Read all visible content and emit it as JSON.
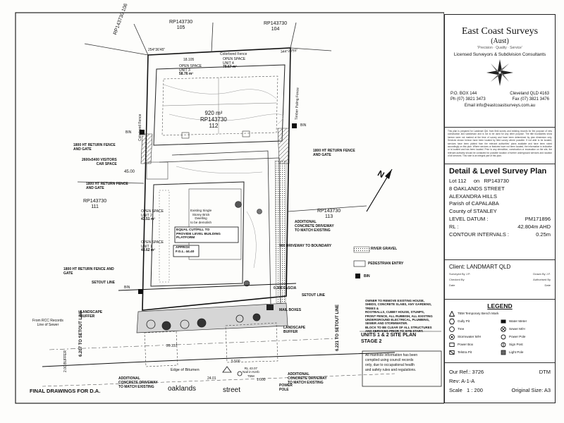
{
  "labels": {
    "rp_top_left": "RP143730",
    "lot_105": "105",
    "rp_top_right": "RP143730",
    "lot_104": "104",
    "rp_rot_left": "RP143730",
    "lot_106": "106",
    "bearing_top": "254°36'45\"",
    "bearing_top_right": "344°20'55\"",
    "colorbond_fence": "Colorbond Fence",
    "colorbond_fence_left": "Colorbond Fence",
    "timber_paling_fence": "Timber Paling Fence",
    "dim_top": "18.105",
    "open_space_3": "OPEN SPACE\nUNIT 3",
    "open_space_3_area": "58.76 m²",
    "open_space_4": "OPEN SPACE\nUNIT 4",
    "open_space_4_area": "79.67 m²",
    "lot_area": "920 m²",
    "lot_rp": "RP143730",
    "lot_no": "112",
    "bin_right": "BIN",
    "bin_left": "BIN",
    "return_fence_tl": "1800 HT RETURN FENCE\nAND GATE",
    "return_fence_tr": "1800 HT RETURN FENCE\nAND GATE",
    "visitor_carspace": "2600x5400 VISITORS\nCAR SPACE",
    "dim_45": "45.00",
    "return_fence_ml": "1800 HT RETURN FENCE\nAND GATE",
    "rp_left": "RP143730",
    "lot_111": "111",
    "rp_right": "RP143730",
    "lot_113": "113",
    "open_space_2": "OPEN SPACE\nUNIT 2",
    "open_space_2_area": "43.51 m²",
    "existing_dwelling": "Existing Single\nStorey Brick\nDwelling\nto be demolish",
    "equal_cut": "EQUAL CUT/FILL TO\nPROVIDE LEVEL BUILDING\nPLATFORM",
    "approx_fgl": "APPROX\nF.G.L. 44.40",
    "open_space_1": "OPEN SPACE\nUNIT 1",
    "open_space_1_area": "43.62 m²",
    "add_driveway_right": "ADDITIONAL\nCONCRETE DRIVEWAY\nTO MATCH EXISTING",
    "driveway_boundary": "900 DRIVEWAY TO BOUNDARY",
    "return_fence_bl": "1800 HT RETURN FENCE AND\nGATE",
    "setout_line_left": "SETOUT LINE",
    "bin_bottom": "BIN",
    "fascia": "0.300 FASCIA",
    "setout_line_right": "SETOUT LINE",
    "mail_boxes": "MAIL BOXES",
    "landscape_buffer_left": "LANDSCAPE\nBUFFER",
    "landscape_buffer_right": "LANDSCAPE\nBUFFER",
    "from_rcc": "From RCC Records\nLine of Sewer",
    "setout_vert_left": "6.207 TO SETOUT LINE",
    "setout_vert_right": "6.221 TO SETOUT LINE",
    "buffer_vert": "2.00 BUFFER",
    "dim_2013": "20.137",
    "edge_bitumen": "Edge of Bitumen",
    "dim_5500": "5.500",
    "dim_1000": "1.000",
    "rl_nail": "RL 43.07\nNail in Kerb\nTBM",
    "power_pole": "POWER\nPOLE",
    "add_driveway_bottom_left": "ADDITIONAL\nCONCRETE DRIVEWAY\nTO MATCH EXISTING",
    "add_driveway_bottom_right": "ADDITIONAL\nCONCRETE DRIVEWAY\nTO MATCH EXISTING",
    "street_oaklands": "oaklands",
    "street_street": "street",
    "dim_2401": "24.01",
    "final_drawings": "FINAL DRAWINGS FOR D.A.",
    "owner_note": "OWNER TO REMOVE EXISTING HOUSE,\nSHEDS, CONCRETE SLABS, ANY GARDENS,\nTREES &\nROOTBALLS, CUBBY HOUSE, STUMPS,\nFRONT FENCE, ALL RUBBISH, ALL EXISTING\nUNDERGROUND ELECTRICAL, PLUMBING,\nSEWER AND STORMWATER.\nBLOCK TO BE CLEAR OF ALL STRUCTURES\nAND SERVICES PRIOR TO SITE START.",
    "site_plan_title": "UNITS 1 & 2 SITE PLAN\nSTAGE 2",
    "manhole_note": "All manhole information has been\ncompiled using council records\nonly, due to occupational health\nand safety rules and regulations.",
    "river_gravel": "RIVER GRAVEL",
    "pedestrian_entry": "PEDESTRIAN ENTRY",
    "bin_legend": "BIN",
    "north": "N"
  },
  "titleblock": {
    "firm": "East Coast Surveys",
    "firm_sub": "(Aust)",
    "tagline": "'Precision · Quality · Service'",
    "licensed": "Licensed Surveyors & Subdivision Consultants",
    "po_box": "P.O. BOX 144",
    "cleveland": "Cleveland QLD 4163",
    "phone": "Ph (07) 3821 3473",
    "fax": "Fax (07) 3821 3476",
    "email": "Email info@eastcoastsurveys.com.au",
    "disclaimer": "This plan is prepared for Landmart Qld. from field survey and existing records for the purpose of new construction and subdivision and is not to be used for any other purpose. The title boundaries show hereon were not marked at the time of survey and have been determined by plan dimension only. Services shown hereon have been located by field survey where possible. If not able to be located, services have been plotted from the relevant authorities' plans available and have been noted accordingly on this plan. Where services or features have not been located, the information is indicative or is located and has been located. Prior to any demolition, construction or excavation on the site, the relevant authority should be contacted for possible location of further underground services and location of all services. This note is an integral part of this plan.",
    "detail_title": "Detail & Level Survey Plan",
    "lot_label": "Lot  112",
    "on_label": "on",
    "lot_rp": "RP143730",
    "street": "8 OAKLANDS STREET",
    "suburb": "ALEXANDRA HILLS",
    "parish": "Parish of CAPALABA",
    "county": "County of   STANLEY",
    "datum_label": "LEVEL DATUM :",
    "datum_value": "PM171896",
    "rl_label": "RL :",
    "rl_value": "42.804m AHD",
    "contour_label": "CONTOUR INTERVALS :",
    "contour_value": "0.25m",
    "client": "Client: LANDMART QLD",
    "surveyed_by": "Surveyed By",
    "surveyed_val": "J.P.",
    "drawn_by": "Drawn By",
    "drawn_val": "J.F.",
    "checked_by": "Checked By",
    "authorised_by": "Authorised By",
    "date1": "Date",
    "date2": "Date",
    "legend_title": "LEGEND",
    "legend": [
      [
        "TBM Temporary Bench Mark",
        ""
      ],
      [
        "Gully Pit",
        "Water Meter"
      ],
      [
        "Tree",
        "Sewer M/H"
      ],
      [
        "Stormwater M/H",
        "Power Pole"
      ],
      [
        "Power Box",
        "Sign Post"
      ],
      [
        "Telstra Pit",
        "Light Pole"
      ]
    ],
    "our_ref_label": "Our Ref.:",
    "our_ref": "3726",
    "dtm": "DTM",
    "rev": "Rev: A-1-A",
    "scale_label": "Scale",
    "scale": "1 : 200",
    "orig_size": "Original Size: A3"
  },
  "colors": {
    "line": "#1a1a1a",
    "hatch": "#555555",
    "gravel": "#bdbdbd",
    "landscape": "#cfcfcf"
  }
}
